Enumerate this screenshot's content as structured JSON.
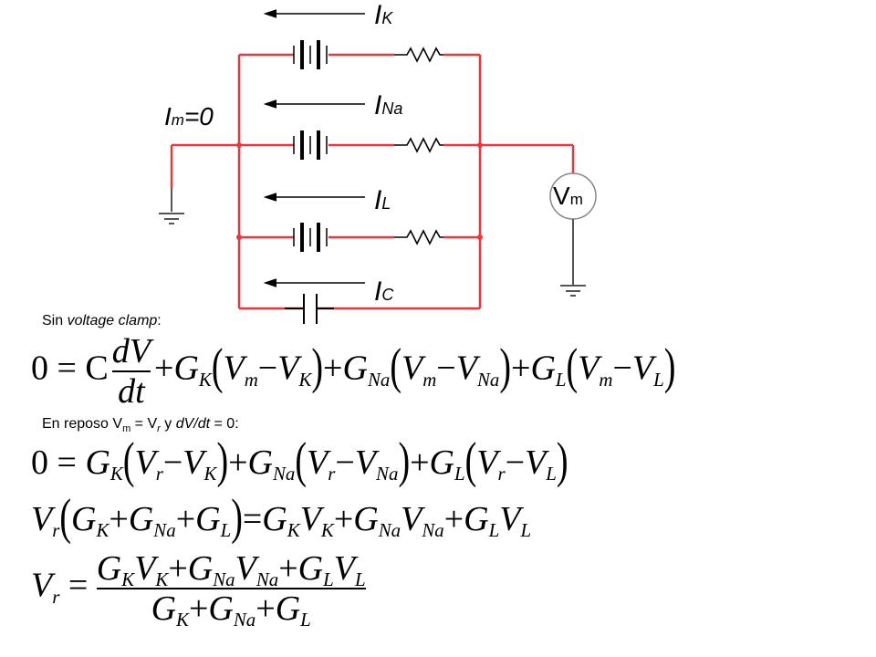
{
  "circuit": {
    "currents": {
      "k": {
        "main": "I",
        "sub": "K"
      },
      "na": {
        "main": "I",
        "sub": "Na"
      },
      "l": {
        "main": "I",
        "sub": "L"
      },
      "c": {
        "main": "I",
        "sub": "C"
      }
    },
    "im_label": {
      "main": "I",
      "sub": "m",
      "tail": "=0"
    },
    "voltmeter": {
      "main": "V",
      "sub": "m"
    },
    "colors": {
      "wire": "#e8383d",
      "ground": "#555555",
      "component": "#000000"
    }
  },
  "notes": {
    "clamp_pre": "Sin ",
    "clamp_it": "voltage clamp",
    "clamp_post": ":",
    "rest_pre": "En reposo V",
    "rest_sub_m": "m",
    "rest_mid": " = V",
    "rest_sub_r": "r",
    "rest_post_a": " y ",
    "rest_it": "dV/dt",
    "rest_post_b": " = 0:"
  },
  "equations": {
    "eq1": {
      "lhs": "0 = C",
      "frac_num": "dV",
      "frac_den": "dt",
      "terms": [
        {
          "g": "G",
          "gsub": "K",
          "a": "V",
          "asub": "m",
          "b": "V",
          "bsub": "K"
        },
        {
          "g": "G",
          "gsub": "Na",
          "a": "V",
          "asub": "m",
          "b": "V",
          "bsub": "Na"
        },
        {
          "g": "G",
          "gsub": "L",
          "a": "V",
          "asub": "m",
          "b": "V",
          "bsub": "L"
        }
      ]
    },
    "eq2": {
      "lhs": "0 =",
      "terms": [
        {
          "g": "G",
          "gsub": "K",
          "a": "V",
          "asub": "r",
          "b": "V",
          "bsub": "K"
        },
        {
          "g": "G",
          "gsub": "Na",
          "a": "V",
          "asub": "r",
          "b": "V",
          "bsub": "Na"
        },
        {
          "g": "G",
          "gsub": "L",
          "a": "V",
          "asub": "r",
          "b": "V",
          "bsub": "L"
        }
      ]
    },
    "eq3": {
      "v": "V",
      "vsub": "r",
      "left": [
        {
          "g": "G",
          "gsub": "K"
        },
        {
          "g": "G",
          "gsub": "Na"
        },
        {
          "g": "G",
          "gsub": "L"
        }
      ],
      "right": [
        {
          "g": "G",
          "gsub": "K",
          "v": "V",
          "vsub": "K"
        },
        {
          "g": "G",
          "gsub": "Na",
          "v": "V",
          "vsub": "Na"
        },
        {
          "g": "G",
          "gsub": "L",
          "v": "V",
          "vsub": "L"
        }
      ]
    },
    "eq4": {
      "v": "V",
      "vsub": "r",
      "num": [
        {
          "g": "G",
          "gsub": "K",
          "v": "V",
          "vsub": "K"
        },
        {
          "g": "G",
          "gsub": "Na",
          "v": "V",
          "vsub": "Na"
        },
        {
          "g": "G",
          "gsub": "L",
          "v": "V",
          "vsub": "L"
        }
      ],
      "den": [
        {
          "g": "G",
          "gsub": "K"
        },
        {
          "g": "G",
          "gsub": "Na"
        },
        {
          "g": "G",
          "gsub": "L"
        }
      ]
    }
  }
}
